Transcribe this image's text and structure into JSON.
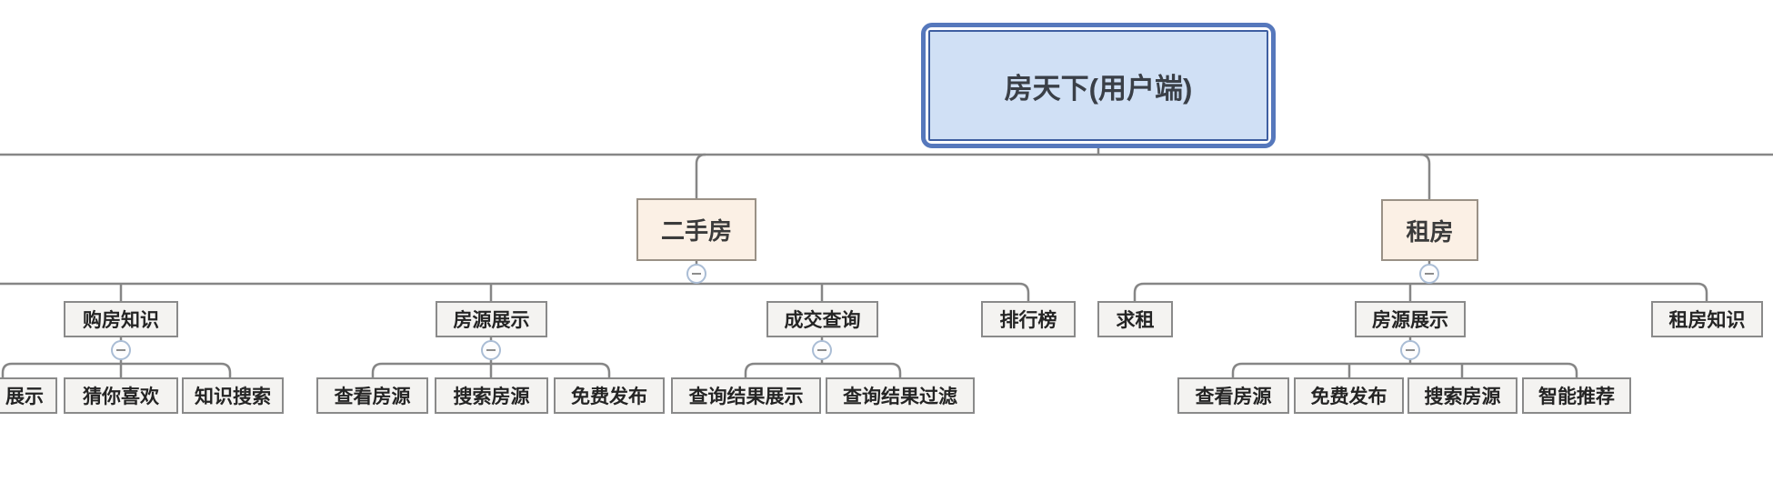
{
  "diagram": {
    "type": "mindmap-org-chart",
    "colors": {
      "selection_ring": "#5678bc",
      "root_border": "#3e5ea1",
      "root_fill": "#d0e0f5",
      "branch_fill": "#fbf0e5",
      "branch_border": "#9a9186",
      "node_fill": "#f4f3f1",
      "node_border": "#8a8a8a",
      "connector_line": "#868686"
    },
    "collapse_icon_glyph": "minus-in-circle"
  },
  "tree": {
    "root": {
      "label": "房天下(用户端)"
    },
    "secondhand": {
      "label": "二手房",
      "children": {
        "knowledge": {
          "label": "购房知识",
          "children": {
            "c0": {
              "label": "展示"
            },
            "c1": {
              "label": "猜你喜欢"
            },
            "c2": {
              "label": "知识搜索"
            }
          }
        },
        "listing": {
          "label": "房源展示",
          "children": {
            "c0": {
              "label": "查看房源"
            },
            "c1": {
              "label": "搜索房源"
            },
            "c2": {
              "label": "免费发布"
            }
          }
        },
        "deal": {
          "label": "成交查询",
          "children": {
            "c0": {
              "label": "查询结果展示"
            },
            "c1": {
              "label": "查询结果过滤"
            }
          }
        },
        "rank": {
          "label": "排行榜"
        }
      }
    },
    "rent": {
      "label": "租房",
      "children": {
        "seek": {
          "label": "求租"
        },
        "listing": {
          "label": "房源展示",
          "children": {
            "c0": {
              "label": "查看房源"
            },
            "c1": {
              "label": "免费发布"
            },
            "c2": {
              "label": "搜索房源"
            },
            "c3": {
              "label": "智能推荐"
            }
          }
        },
        "knowledge": {
          "label": "租房知识"
        }
      }
    }
  }
}
